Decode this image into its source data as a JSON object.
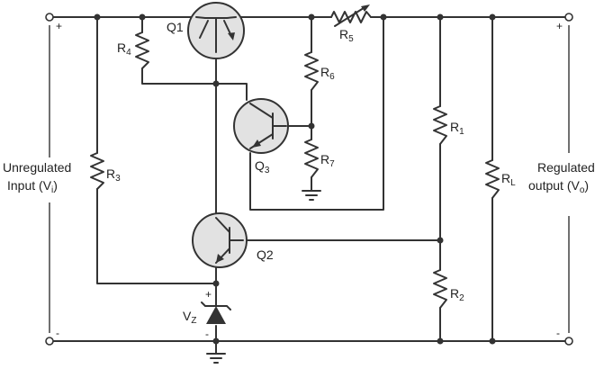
{
  "input": {
    "label_line1": "Unregulated",
    "label_line2_main": "Input (V",
    "label_line2_sub": "i",
    "label_line2_end": ")",
    "plus": "+",
    "minus": "-"
  },
  "output": {
    "label_line1": "Regulated",
    "label_line2_main": "output (V",
    "label_line2_sub": "o",
    "label_line2_end": ")",
    "plus": "+",
    "minus": "-"
  },
  "transistors": {
    "q1": "Q1",
    "q2": "Q2",
    "q3_main": "Q",
    "q3_sub": "3"
  },
  "resistors": {
    "r1_main": "R",
    "r1_sub": "1",
    "r2_main": "R",
    "r2_sub": "2",
    "r3_main": "R",
    "r3_sub": "3",
    "r4_main": "R",
    "r4_sub": "4",
    "r5_main": "R",
    "r5_sub": "5",
    "r6_main": "R",
    "r6_sub": "6",
    "r7_main": "R",
    "r7_sub": "7",
    "rl_main": "R",
    "rl_sub": "L"
  },
  "zener": {
    "label_main": "V",
    "label_sub": "Z",
    "plus": "+",
    "minus": "-"
  },
  "colors": {
    "wire": "#333333",
    "transistor_fill": "#e2e2e2",
    "background": "#ffffff"
  }
}
